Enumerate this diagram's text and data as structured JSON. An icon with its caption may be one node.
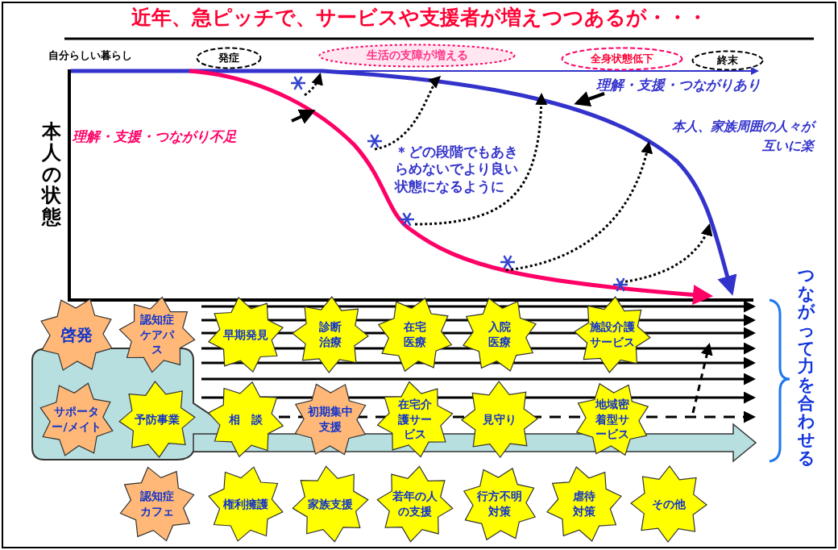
{
  "diagram": {
    "title": "近年、急ピッチで、サービスや支援者が増えつつあるが・・・",
    "nodes": [
      {
        "text": [
          "発症"
        ]
      },
      {
        "text": [
          "生活の支障が増える"
        ]
      },
      {
        "text": [
          "全身状態低下"
        ]
      },
      {
        "text": [
          "終末"
        ]
      },
      {
        "text": [
          "認知症ケアパス"
        ]
      },
      {
        "text": [
          "啓発"
        ]
      },
      {
        "text": [
          "早期発見"
        ]
      },
      {
        "text": [
          "診断治療"
        ]
      },
      {
        "text": [
          "在宅医療"
        ]
      },
      {
        "text": [
          "入院医療"
        ]
      },
      {
        "text": [
          "予防事業"
        ]
      },
      {
        "text": [
          "相　談"
        ]
      },
      {
        "text": [
          "初期集中支援"
        ]
      },
      {
        "text": [
          "在宅介護サービス"
        ]
      },
      {
        "text": [
          "施設介護サービス"
        ]
      },
      {
        "text": [
          "サポーター/メイト"
        ]
      },
      {
        "text": [
          "認知症カフェ"
        ]
      },
      {
        "text": [
          "見守り"
        ]
      },
      {
        "text": [
          "権利擁護"
        ]
      },
      {
        "text": [
          "地域密着型サービス"
        ]
      },
      {
        "text": [
          "家族支援"
        ]
      },
      {
        "text": [
          "若年の人の支援"
        ]
      },
      {
        "text": [
          "行方不明対策"
        ]
      },
      {
        "text": [
          "虐待対策"
        ]
      },
      {
        "text": [
          "その他"
        ]
      }
    ],
    "labels": [
      "自分らしい暮らし",
      "本人の状態",
      "理解・支援・つながり不足",
      "理解・支援・つながりあり",
      "＊どの段階でもあきらめないでより良い状態になるように",
      "本人、家族周囲の人々が互いに楽",
      "つながって力を合わせる"
    ]
  }
}
